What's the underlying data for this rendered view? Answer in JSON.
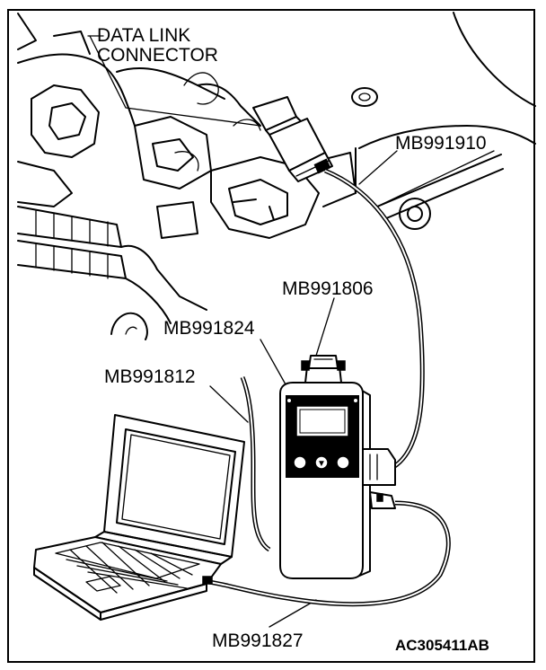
{
  "labels": {
    "data_link_connector_line1": "DATA LINK",
    "data_link_connector_line2": "CONNECTOR",
    "mb991910": "MB991910",
    "mb991806": "MB991806",
    "mb991824": "MB991824",
    "mb991812": "MB991812",
    "mb991827": "MB991827",
    "figure_code": "AC305411AB"
  },
  "device_buttons": {
    "left": "",
    "middle": "▼",
    "right": ""
  }
}
